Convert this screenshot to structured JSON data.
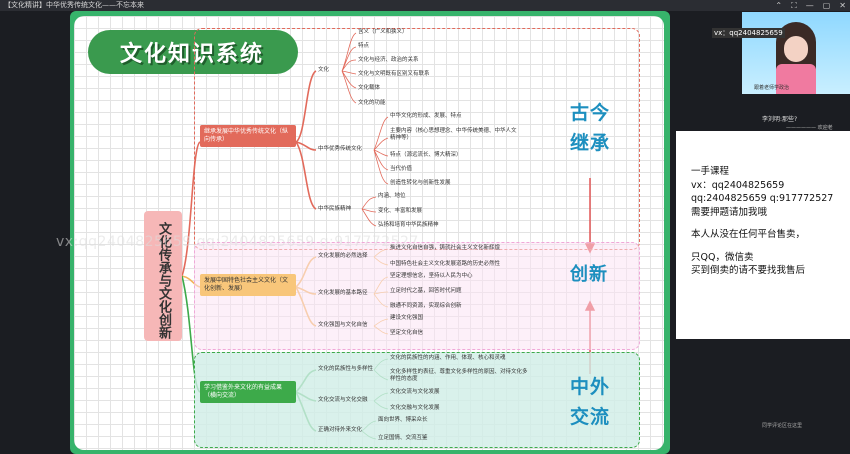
{
  "window": {
    "title": "【文化精讲】中华优秀传统文化——不忘本来",
    "controls": [
      "⌃",
      "⛶",
      "—",
      "▢",
      "✕"
    ]
  },
  "mindmap": {
    "badge_title": "文化知识系统",
    "root": "文化传承与文化创新",
    "branch1": {
      "label": "继承发展中华优秀传统文化（纵向传承）",
      "sub1": {
        "label": "文化",
        "items": [
          "含义（广义和狭义）",
          "特点",
          "文化与经济、政治的关系",
          "文化与文明既有区别又有联系",
          "文化载体",
          "文化的功能"
        ]
      },
      "sub2": {
        "label": "中华优秀传统文化",
        "items": [
          "中华文化的形成、发展、特点",
          "主要内容（核心思想理念、中华传统美德、中华人文精神等）",
          "特点（源远流长、博大精深）",
          "当代价值",
          "创造性转化与创新性发展"
        ]
      },
      "sub3": {
        "label": "中华民族精神",
        "items": [
          "内涵、地位",
          "变化、丰富和发展",
          "弘扬和培育中华民族精神"
        ]
      }
    },
    "branch2": {
      "label": "发展中国特色社会主义文化（文化创新、发展）",
      "sub1": {
        "label": "文化发展的必然选择",
        "items": [
          "推进文化自信自强，铸就社会主义文化新辉煌",
          "中国特色社会主义文化发展道路的历史必然性"
        ]
      },
      "sub2": {
        "label": "文化发展的基本路径",
        "items": [
          "坚定理想信念，坚持以人民为中心",
          "立足时代之基，回答时代问题",
          "融通不同资源，实现综合创新"
        ]
      },
      "sub3": {
        "label": "文化强国与文化自信",
        "items": [
          "建设文化强国",
          "坚定文化自信"
        ]
      }
    },
    "branch3": {
      "label": "学习借鉴外来文化的有益成果（横向交流）",
      "sub1": {
        "label": "文化的民族性与多样性",
        "items": [
          "文化的民族性的内涵、作用、体现、核心和灵魂",
          "文化多样性的表征、尊重文化多样性的原因、对待文化多样性的态度"
        ]
      },
      "sub2": {
        "label": "文化交流与文化交融",
        "items": [
          "文化交流与文化发展",
          "文化交融与文化发展"
        ]
      },
      "sub3": {
        "label": "正确对待外来文化",
        "items": [
          "面向世界、博采众长",
          "立足国情、交流互鉴"
        ]
      }
    },
    "big_labels": {
      "heritage": "古今继承",
      "innovation": "创新",
      "exchange": "中外交流"
    },
    "colors": {
      "red": "#e26a5b",
      "orange": "#f2b35a",
      "green": "#3daa4a",
      "teal_box": "#cfeee6"
    }
  },
  "watermark": "vx:qq2404825659 qq:2404825659 q:917772527",
  "video": {
    "overlay": "vx：qq2404825659",
    "caption": "跟着老师学政治"
  },
  "chat": {
    "line1": "李刘明:那些?",
    "line2": "—————— 欢迎老"
  },
  "notice": [
    "一手课程",
    "vx：qq2404825659",
    "qq:2404825659 q:917772527",
    "需要押题请加我哦",
    "本人从没在任何平台售卖，",
    "只QQ，微信卖",
    "买到倒卖的请不要找我售后"
  ],
  "bottom_chat": "同学评论区在这里"
}
